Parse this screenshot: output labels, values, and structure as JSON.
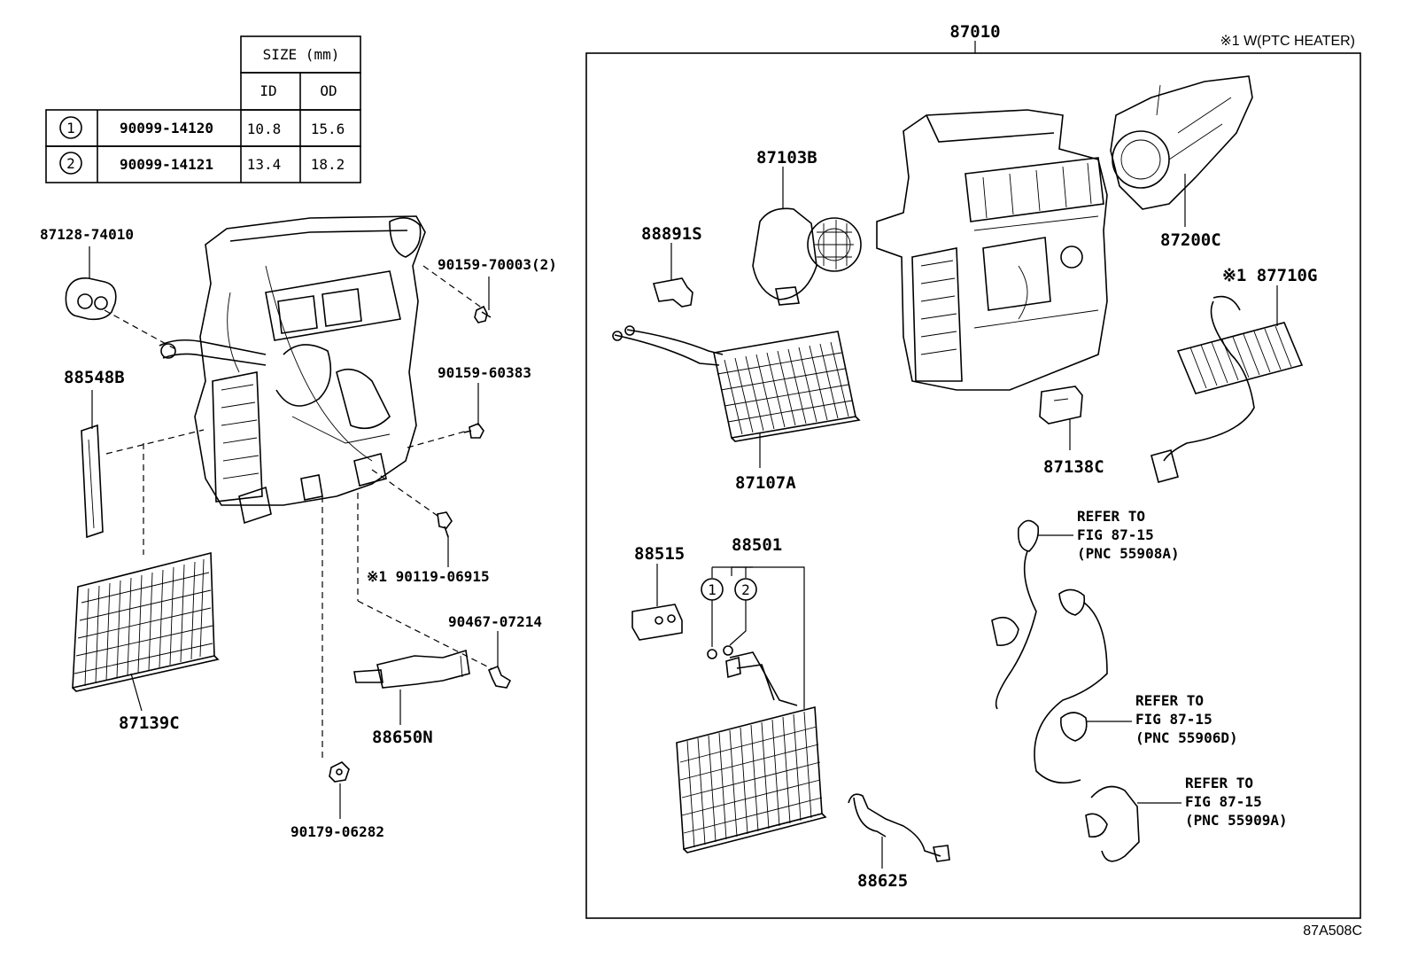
{
  "size_table": {
    "header": "SIZE (mm)",
    "col_id": "ID",
    "col_od": "OD",
    "rows": [
      {
        "mark": "1",
        "part": "90099-14120",
        "id": "10.8",
        "od": "15.6"
      },
      {
        "mark": "2",
        "part": "90099-14121",
        "id": "13.4",
        "od": "18.2"
      }
    ]
  },
  "labels": {
    "p87128": "87128-74010",
    "p88548": "88548B",
    "p87139": "87139C",
    "p90159_70003": "90159-70003(2)",
    "p90159_60383": "90159-60383",
    "p90119": "※1 90119-06915",
    "p90467": "90467-07214",
    "p88650": "88650N",
    "p90179": "90179-06282",
    "p87010": "87010",
    "ptc_note": "※1 W(PTC HEATER)",
    "p87103": "87103B",
    "p88891": "88891S",
    "p87107": "87107A",
    "p87200": "87200C",
    "p87710": "※1 87710G",
    "p87138": "87138C",
    "p88515": "88515",
    "p88501": "88501",
    "p88501_c1": "1",
    "p88501_c2": "2",
    "p88625": "88625",
    "figure_code": "87A508C"
  },
  "refs": [
    {
      "l1": "REFER TO",
      "l2": "FIG 87-15",
      "l3": "(PNC 55908A)"
    },
    {
      "l1": "REFER TO",
      "l2": "FIG 87-15",
      "l3": "(PNC 55906D)"
    },
    {
      "l1": "REFER TO",
      "l2": "FIG 87-15",
      "l3": "(PNC 55909A)"
    }
  ]
}
